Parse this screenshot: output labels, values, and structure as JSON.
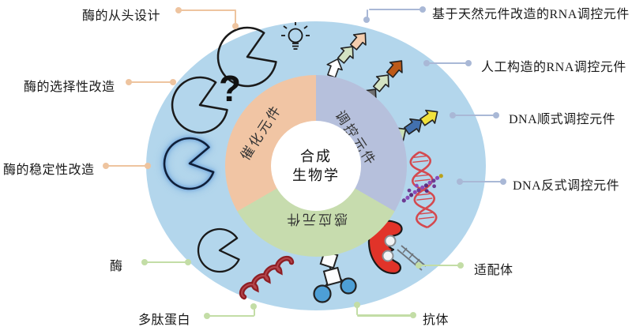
{
  "center": {
    "line1": "合成",
    "line2": "生物学"
  },
  "ring": {
    "outer_color": "#b3d6ec",
    "sectors": [
      {
        "id": "catalytic",
        "label": "催化元件",
        "color": "#f1c5a4"
      },
      {
        "id": "regulatory",
        "label": "调控元件",
        "color": "#b6c0dc"
      },
      {
        "id": "sensing",
        "label": "感应元件",
        "color": "#c7dcae"
      }
    ]
  },
  "connector_colors": {
    "catalytic": "#eec49f",
    "regulatory": "#a9b8d6",
    "sensing": "#c3dda6"
  },
  "callouts": {
    "enzyme_denovo": "酶的从头设计",
    "enzyme_selectivity": "酶的选择性改造",
    "enzyme_stability": "酶的稳定性改造",
    "enzyme": "酶",
    "polypeptide": "多肽蛋白",
    "rna_natural": "基于天然元件改造的RNA调控元件",
    "rna_artificial": "人工构造的RNA调控元件",
    "dna_cis": "DNA顺式调控元件",
    "dna_trans": "DNA反式调控元件",
    "aptamer": "适配体",
    "antibody": "抗体"
  },
  "icons": {
    "question_mark": "?",
    "enzyme_denovo": "pacman-lightbulb-icon",
    "enzyme_selectivity": "pacman-question-icon",
    "enzyme_stability": "pacman-glow-icon",
    "enzyme": "pacman-icon",
    "polypeptide": "alpha-helix-icon",
    "rna_natural": "arrow-chain-peach-green-white-icon",
    "rna_artificial": "arrow-chain-orange-green-gray-icon",
    "dna_cis": "arrow-chain-yellow-blue-green-icon",
    "dna_trans": "dna-helix-protein-icon",
    "aptamer": "protein-hairpin-icon",
    "antibody": "antibody-schematic-icon"
  }
}
